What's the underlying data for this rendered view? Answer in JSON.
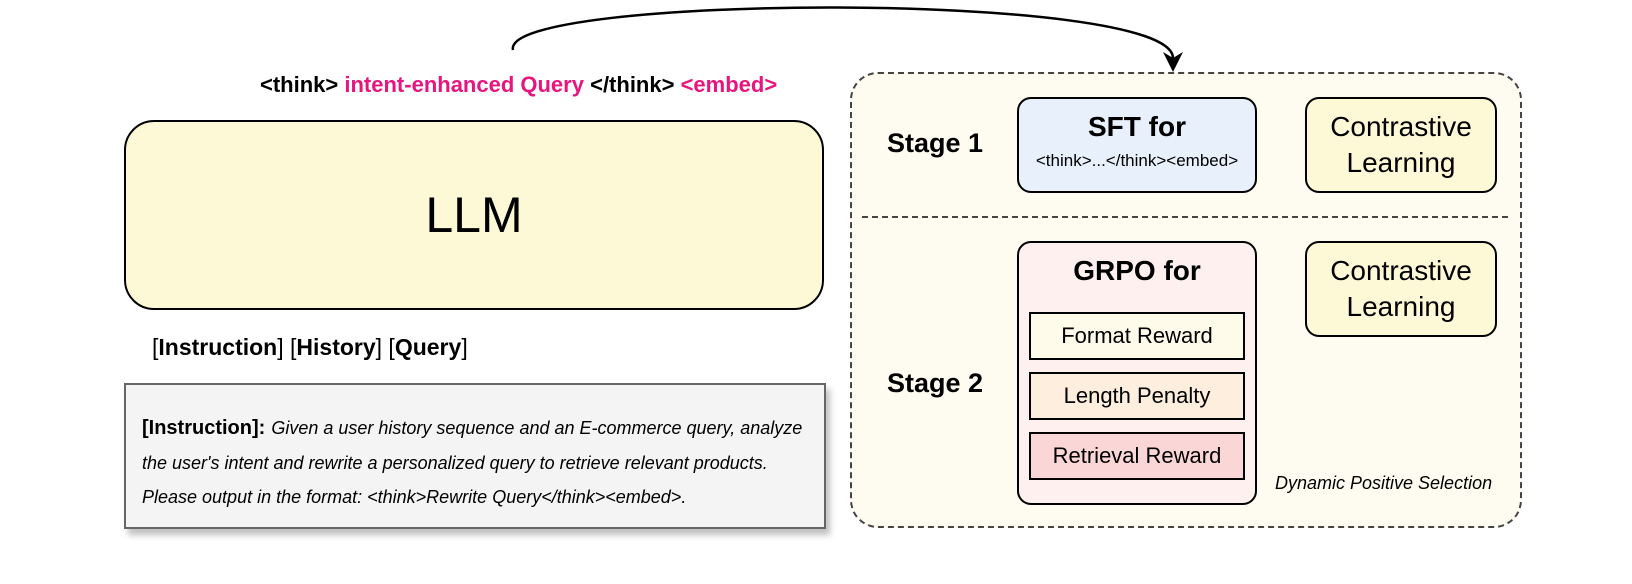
{
  "output": {
    "think_open": "<think>",
    "intent_query": "intent-enhanced Query",
    "think_close": "</think>",
    "embed": "<embed>"
  },
  "llm": {
    "label": "LLM"
  },
  "input": {
    "instruction": "Instruction",
    "history": "History",
    "query": "Query"
  },
  "instruction_box": {
    "label": "[Instruction]:",
    "text": "Given a user history sequence and an E-commerce query, analyze the user's intent and rewrite a personalized query to retrieve relevant products. Please output in the format: <think>Rewrite Query</think><embed>."
  },
  "stages": {
    "stage1": {
      "label": "Stage 1",
      "sft_title": "SFT for",
      "sft_sub": "<think>...</think><embed>",
      "contrastive": "Contrastive Learning"
    },
    "stage2": {
      "label": "Stage 2",
      "grpo_title": "GRPO for",
      "rewards": [
        "Format Reward",
        "Length Penalty",
        "Retrieval Reward"
      ],
      "contrastive": "Contrastive Learning",
      "dynamic_label": "Dynamic Positive Selection"
    }
  },
  "colors": {
    "accent_pink": "#e8157f",
    "llm_fill": "#fdf9d6",
    "sft_fill": "#e8f0fc",
    "grpo_fill": "#fdf0ee",
    "format_fill": "#fefbea",
    "length_fill": "#fdeedd",
    "retrieval_fill": "#fad6d6",
    "panel_fill": "#fefcf0"
  }
}
